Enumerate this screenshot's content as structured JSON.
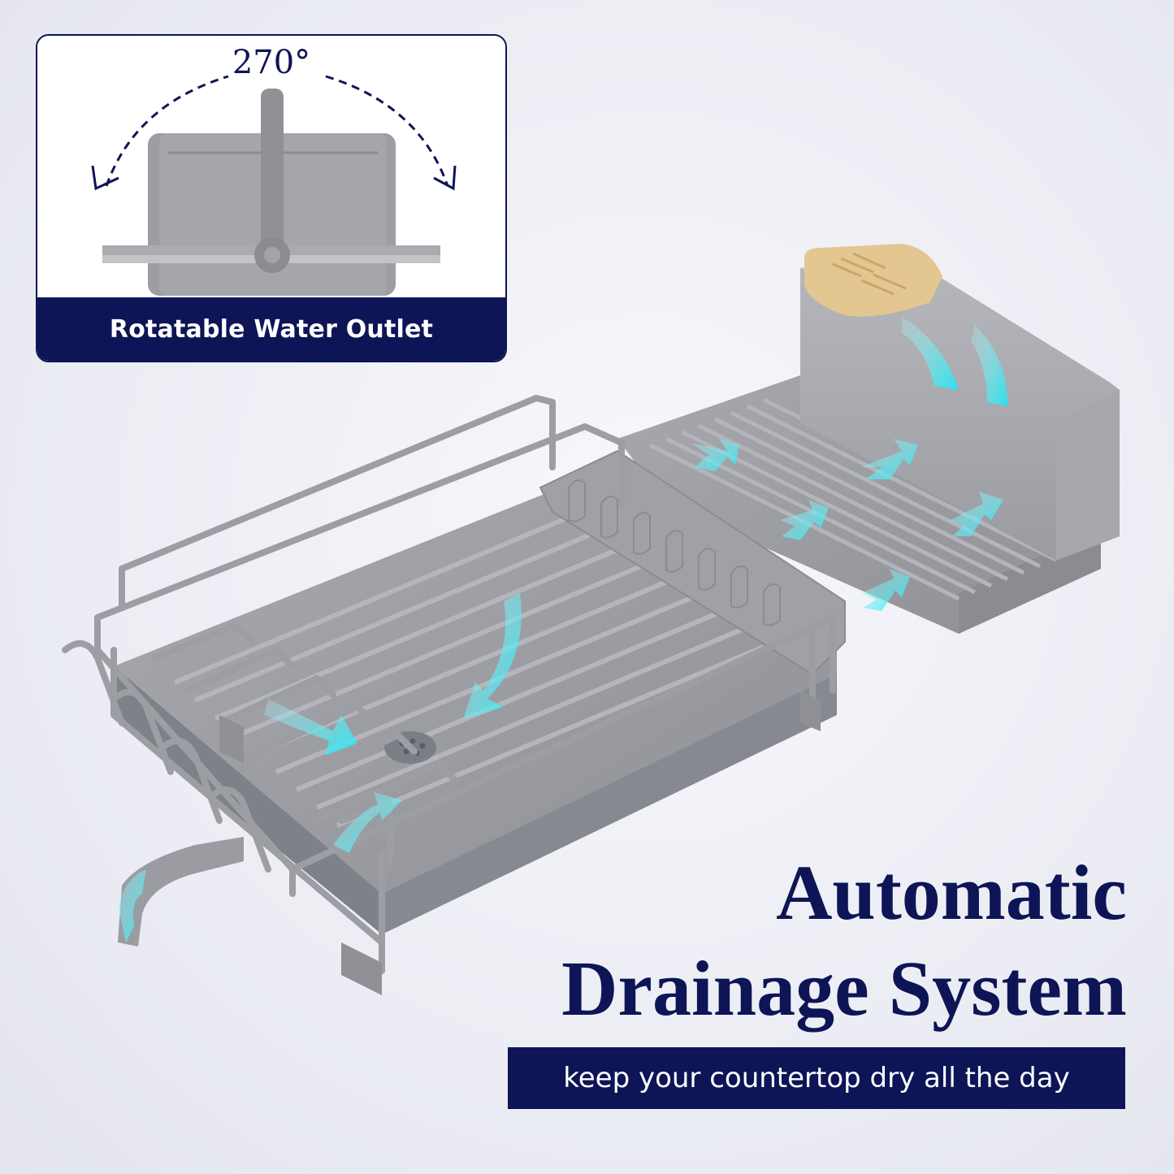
{
  "inset": {
    "angle_label": "270°",
    "caption": "Rotatable Water Outlet"
  },
  "headline": {
    "line1": "Automatic",
    "line2": "Drainage System"
  },
  "tagline": "keep your countertop dry all the day",
  "colors": {
    "navy": "#0e1556",
    "rack_gray": "#9a9ca2",
    "water_cyan": "#2fe3ee",
    "bamboo": "#e3c690"
  }
}
